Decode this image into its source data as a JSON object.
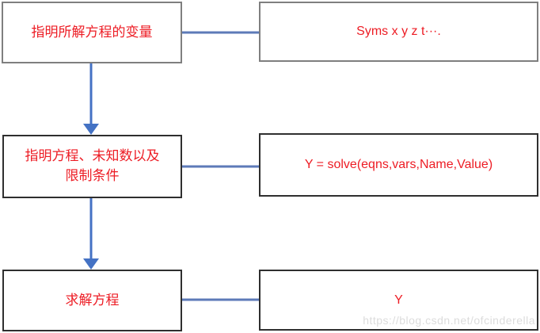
{
  "diagram": {
    "type": "flowchart",
    "steps": [
      {
        "id": "declare-variables",
        "label": "指明所解方程的变量"
      },
      {
        "id": "specify-equations",
        "label": "指明方程、未知数以及\n限制条件"
      },
      {
        "id": "solve-equation",
        "label": "求解方程"
      }
    ],
    "commands": [
      {
        "id": "syms-command",
        "label": "Syms x y z t···."
      },
      {
        "id": "solve-command",
        "label": "Y = solve(eqns,vars,Name,Value)"
      },
      {
        "id": "result-value",
        "label": "Y"
      }
    ],
    "watermark": "https://blog.csdn.net/ofcinderella",
    "colors": {
      "box_text": "#ed1c24",
      "arrow": "#4472c4",
      "connector_line": "#5d7ab8",
      "row1_border": "#7f7f7f",
      "row23_border": "#2f2f2f"
    }
  }
}
